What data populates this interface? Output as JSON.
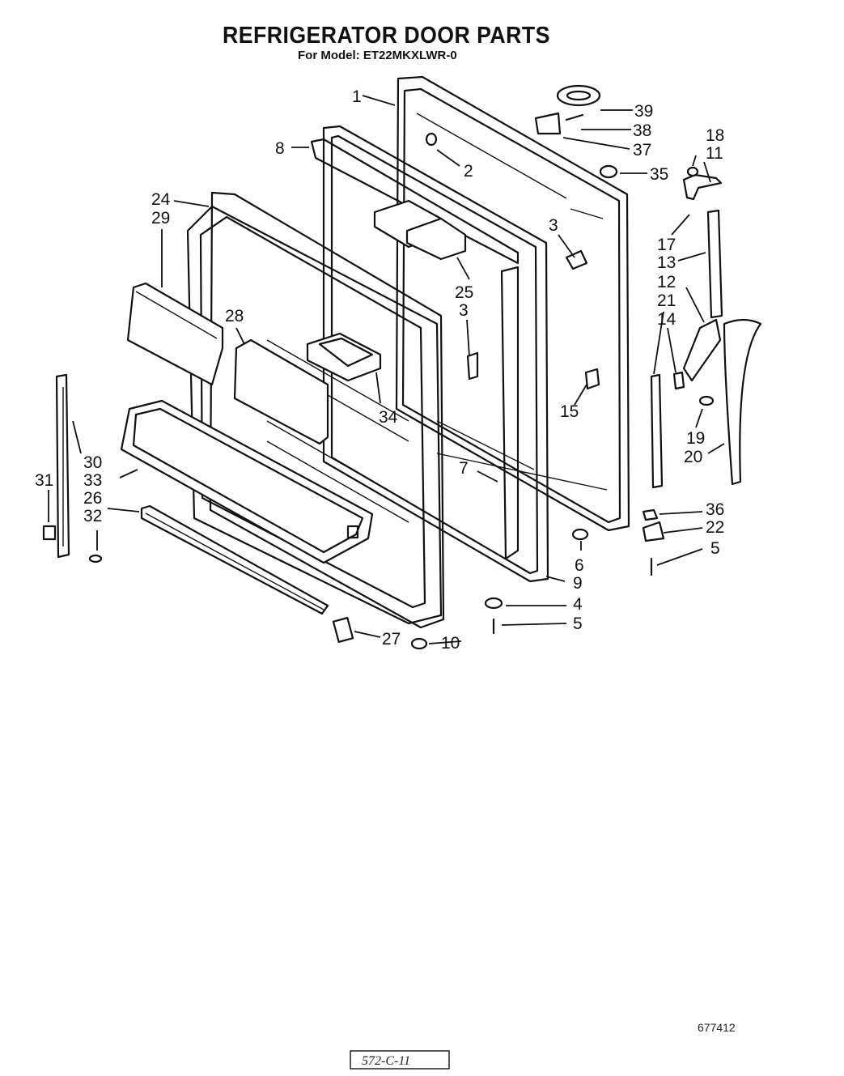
{
  "header": {
    "title": "REFRIGERATOR DOOR PARTS",
    "subtitle": "For Model: ET22MKXLWR-0"
  },
  "callouts": [
    {
      "id": "1",
      "label": "1"
    },
    {
      "id": "2",
      "label": "2"
    },
    {
      "id": "3a",
      "label": "3"
    },
    {
      "id": "3b",
      "label": "3"
    },
    {
      "id": "4",
      "label": "4"
    },
    {
      "id": "5a",
      "label": "5"
    },
    {
      "id": "5b",
      "label": "5"
    },
    {
      "id": "6",
      "label": "6"
    },
    {
      "id": "7",
      "label": "7"
    },
    {
      "id": "8",
      "label": "8"
    },
    {
      "id": "9",
      "label": "9"
    },
    {
      "id": "10",
      "label": "10"
    },
    {
      "id": "11",
      "label": "11"
    },
    {
      "id": "12",
      "label": "12"
    },
    {
      "id": "13",
      "label": "13"
    },
    {
      "id": "14",
      "label": "14"
    },
    {
      "id": "15",
      "label": "15"
    },
    {
      "id": "17",
      "label": "17"
    },
    {
      "id": "18",
      "label": "18"
    },
    {
      "id": "19",
      "label": "19"
    },
    {
      "id": "20",
      "label": "20"
    },
    {
      "id": "21",
      "label": "21"
    },
    {
      "id": "22",
      "label": "22"
    },
    {
      "id": "24",
      "label": "24"
    },
    {
      "id": "25",
      "label": "25"
    },
    {
      "id": "26",
      "label": "26"
    },
    {
      "id": "27",
      "label": "27"
    },
    {
      "id": "28",
      "label": "28"
    },
    {
      "id": "29",
      "label": "29"
    },
    {
      "id": "30",
      "label": "30"
    },
    {
      "id": "31",
      "label": "31"
    },
    {
      "id": "32",
      "label": "32"
    },
    {
      "id": "33",
      "label": "33"
    },
    {
      "id": "34",
      "label": "34"
    },
    {
      "id": "35",
      "label": "35"
    },
    {
      "id": "36",
      "label": "36"
    },
    {
      "id": "37",
      "label": "37"
    },
    {
      "id": "38",
      "label": "38"
    },
    {
      "id": "39",
      "label": "39"
    }
  ],
  "footer": {
    "code": "677412",
    "stamp": "572-C-11"
  }
}
